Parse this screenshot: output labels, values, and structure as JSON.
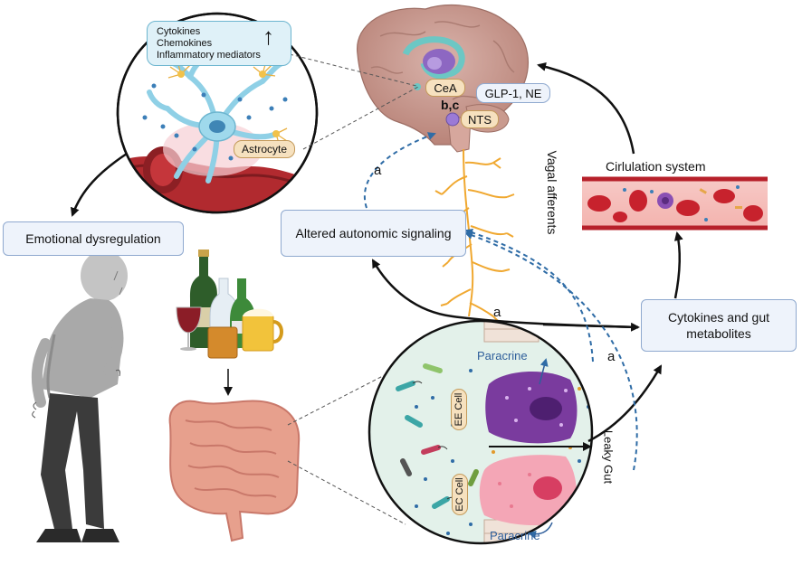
{
  "brain": {
    "cea": "CeA",
    "nts": "NTS",
    "bc_label": "b,c",
    "peptides": "GLP-1, NE"
  },
  "astrocyte_bubble": {
    "mediators": [
      "Cytokines",
      "Chemokines",
      "Inflammatory mediators"
    ],
    "up_arrow": "↑",
    "astrocyte_label": "Astrocyte"
  },
  "boxes": {
    "emotional": "Emotional dysregulation",
    "autonomic": "Altered autonomic signaling",
    "cytokines": "Cytokines and gut metabolites"
  },
  "labels": {
    "vagal": "Vagal afferents",
    "circulation": "Cirlulation system",
    "a_left": "a",
    "a_center": "a",
    "a_right": "a"
  },
  "gut_bubble": {
    "paracrine_top": "Paracrine",
    "paracrine_bottom": "Paracrine",
    "ee_cell": "EE Cell",
    "ec_cell": "EC Cell",
    "leaky_gut": "Leaky Gut"
  },
  "colors": {
    "box_fill": "#eef3fb",
    "box_border": "#8fa9cf",
    "dashed_arrow": "#2f6ca6",
    "brain": "#c79a92",
    "vagal_nerve": "#f0a830",
    "astrocyte": "#8fd0e6",
    "ee_cell": "#7a3b9e",
    "ec_cell": "#f4a6b6",
    "intestine": "#e7a08d",
    "label_pill": "#f6e1bf"
  }
}
